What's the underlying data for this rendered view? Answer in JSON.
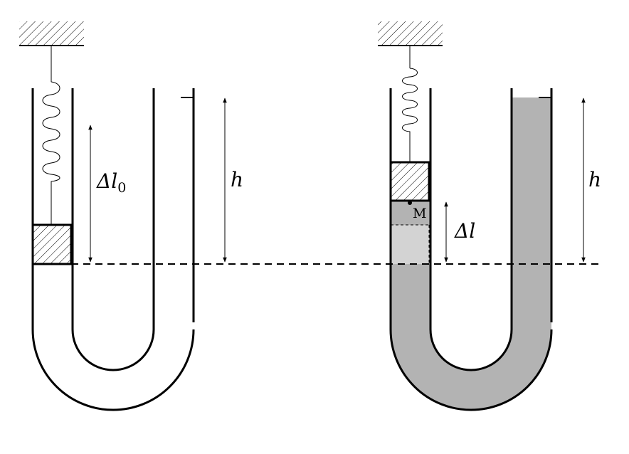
{
  "left_figure": {
    "dimension_spring_label": "Δl",
    "dimension_spring_subscript": "0",
    "dimension_height_label": "h"
  },
  "right_figure": {
    "point_label": "M",
    "dimension_displacement_label": "Δl",
    "dimension_height_label": "h"
  },
  "colors": {
    "liquid": "#b3b3b3",
    "liquid_displaced": "#d3d3d3",
    "stroke": "#000000"
  }
}
